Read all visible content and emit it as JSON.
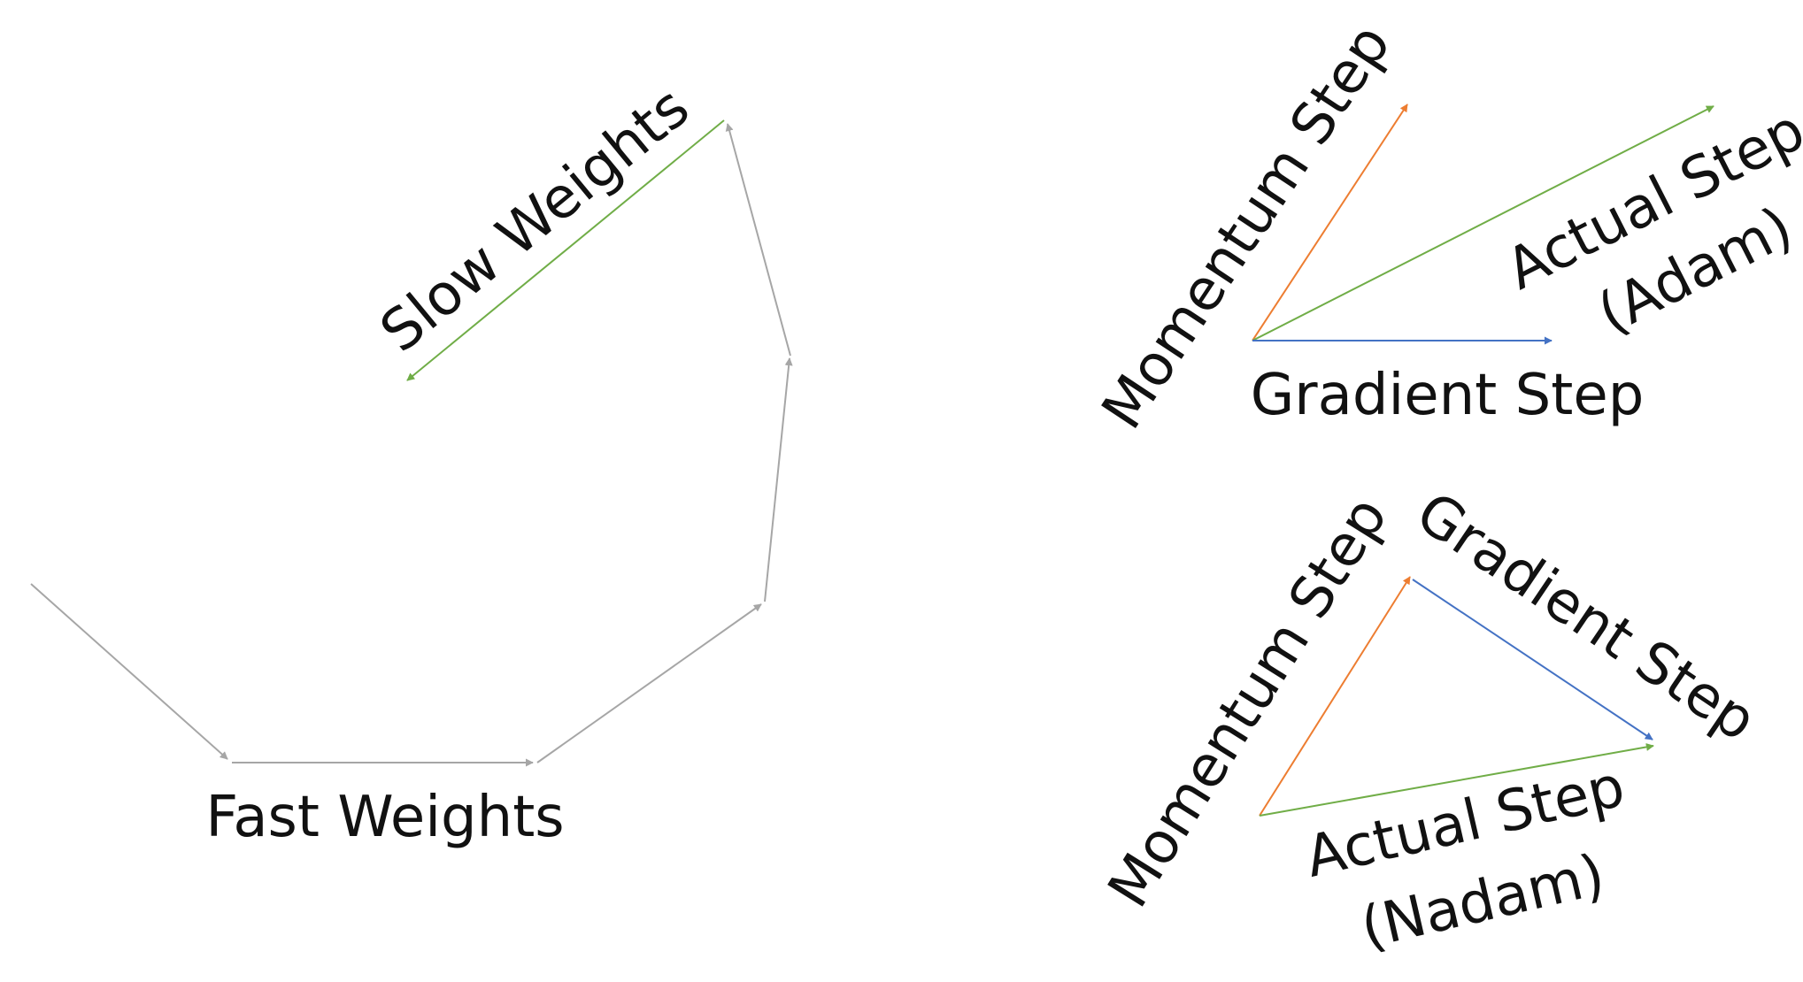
{
  "colors": {
    "gray": "#a6a6a6",
    "green": "#70ad47",
    "orange": "#ed7d31",
    "blue": "#4472c4",
    "text": "#111111"
  },
  "lookahead": {
    "slow_weights_label": "Slow Weights",
    "fast_weights_label": "Fast Weights"
  },
  "adam": {
    "momentum_label": "Momentum Step",
    "actual_label_line1": "Actual Step",
    "actual_label_line2": "(Adam)",
    "gradient_label": "Gradient Step"
  },
  "nadam": {
    "momentum_label": "Momentum Step",
    "gradient_label": "Gradient Step",
    "actual_label_line1": "Actual Step",
    "actual_label_line2": "(Nadam)"
  }
}
